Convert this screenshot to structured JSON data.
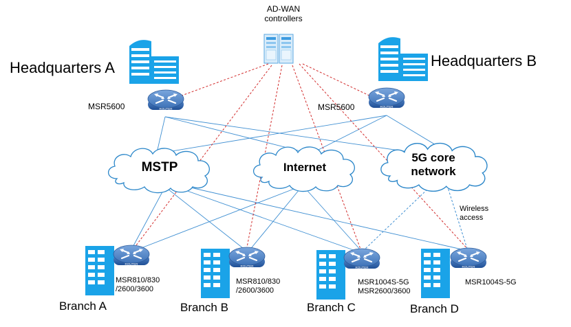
{
  "title": "",
  "controller": {
    "label": "AD-WAN\ncontrollers"
  },
  "headquarters": [
    {
      "name": "Headquarters A",
      "router_model": "MSR5600"
    },
    {
      "name": "Headquarters B",
      "router_model": "MSR5600"
    }
  ],
  "clouds": [
    {
      "label": "MSTP"
    },
    {
      "label": "Internet"
    },
    {
      "label": "5G core\nnetwork"
    }
  ],
  "wireless_label": "Wireless\naccess",
  "branches": [
    {
      "name": "Branch A",
      "router_model": "MSR810/830\n/2600/3600"
    },
    {
      "name": "Branch B",
      "router_model": "MSR810/830\n/2600/3600"
    },
    {
      "name": "Branch C",
      "router_model": "MSR1004S-5G\nMSR2600/3600"
    },
    {
      "name": "Branch D",
      "router_model": "MSR1004S-5G"
    }
  ],
  "router_badge": "ROUTER",
  "colors": {
    "link": "#3f8fd2",
    "control": "#d22b2b",
    "building": "#1aa3e8",
    "router": "#2f6db5",
    "cloud_stroke": "#2a86c9"
  }
}
